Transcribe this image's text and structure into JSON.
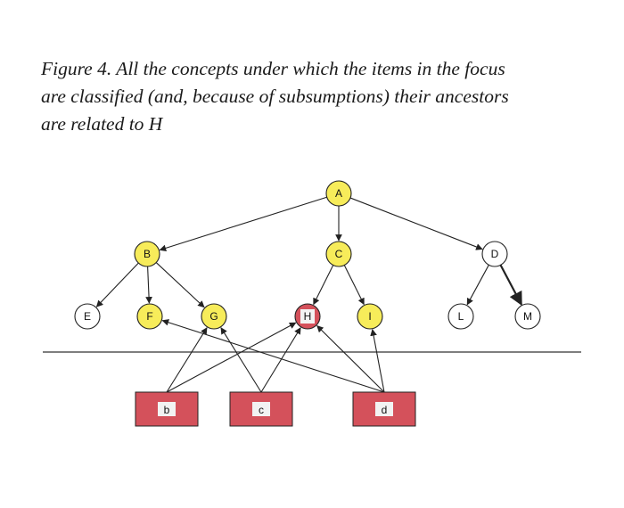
{
  "caption": {
    "lines": [
      "Figure 4. All the concepts under which the items in the focus",
      "are classified (and, because of subsumptions) their ancestors",
      "are related to H"
    ]
  },
  "colors": {
    "ancestor": "#f7ec5a",
    "focus": "#d4515b",
    "plain": "#ffffff",
    "stroke": "#222222",
    "item": "#d4515b",
    "item_label_bg": "#f2f2f2"
  },
  "nodes": [
    {
      "id": "A",
      "label": "A",
      "kind": "ancestor"
    },
    {
      "id": "B",
      "label": "B",
      "kind": "ancestor"
    },
    {
      "id": "C",
      "label": "C",
      "kind": "ancestor"
    },
    {
      "id": "D",
      "label": "D",
      "kind": "plain"
    },
    {
      "id": "E",
      "label": "E",
      "kind": "plain"
    },
    {
      "id": "F",
      "label": "F",
      "kind": "ancestor"
    },
    {
      "id": "G",
      "label": "G",
      "kind": "ancestor"
    },
    {
      "id": "H",
      "label": "H",
      "kind": "focus"
    },
    {
      "id": "I",
      "label": "I",
      "kind": "ancestor"
    },
    {
      "id": "L",
      "label": "L",
      "kind": "plain"
    },
    {
      "id": "M",
      "label": "M",
      "kind": "plain"
    }
  ],
  "items": [
    {
      "id": "b",
      "label": "b"
    },
    {
      "id": "c",
      "label": "c"
    },
    {
      "id": "d",
      "label": "d"
    }
  ],
  "hierarchy_edges": [
    {
      "from": "A",
      "to": "B"
    },
    {
      "from": "A",
      "to": "C"
    },
    {
      "from": "A",
      "to": "D"
    },
    {
      "from": "B",
      "to": "E"
    },
    {
      "from": "B",
      "to": "F"
    },
    {
      "from": "B",
      "to": "G"
    },
    {
      "from": "C",
      "to": "H"
    },
    {
      "from": "C",
      "to": "I"
    },
    {
      "from": "D",
      "to": "L"
    },
    {
      "from": "D",
      "to": "M"
    }
  ],
  "classification_edges": [
    {
      "from": "b",
      "to": "G"
    },
    {
      "from": "b",
      "to": "H"
    },
    {
      "from": "c",
      "to": "G"
    },
    {
      "from": "c",
      "to": "H"
    },
    {
      "from": "d",
      "to": "F"
    },
    {
      "from": "d",
      "to": "H"
    },
    {
      "from": "d",
      "to": "I"
    }
  ]
}
